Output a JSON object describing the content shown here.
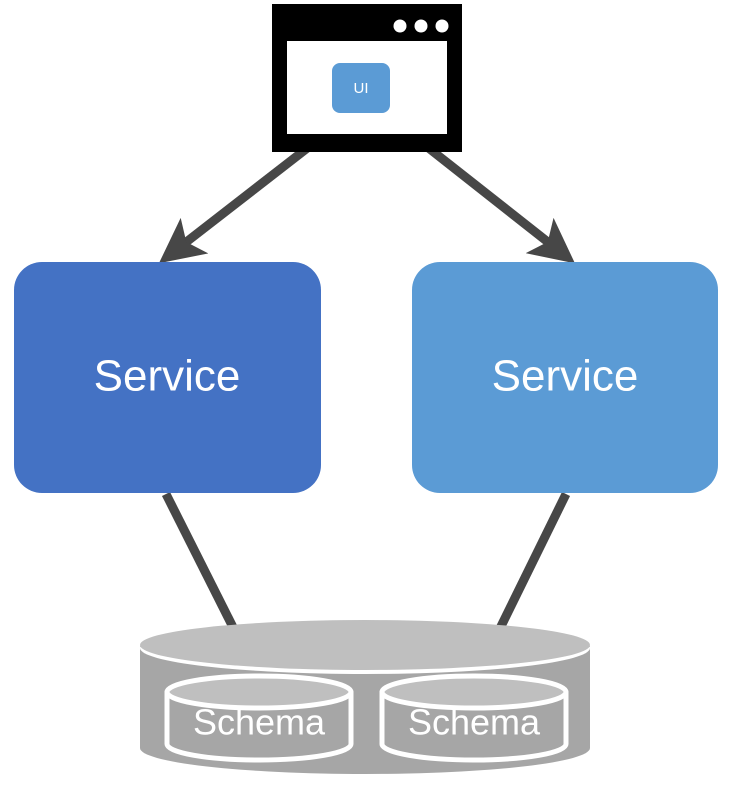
{
  "diagram": {
    "title": "Two services sharing one database with separate schemas",
    "type": "architecture-diagram",
    "background_color": "#ffffff",
    "nodes": {
      "browser": {
        "label": "browser-window",
        "frame_color": "#000000",
        "page_color": "#ffffff",
        "dots_color": "#ffffff",
        "dot_count": 3,
        "ui_box": {
          "label": "UI",
          "fill": "#5B9BD5",
          "text_color": "#ffffff"
        }
      },
      "service_left": {
        "label": "Service",
        "fill": "#4472C4",
        "text_color": "#ffffff"
      },
      "service_right": {
        "label": "Service",
        "fill": "#5B9BD5",
        "text_color": "#ffffff"
      },
      "database": {
        "label": "database-cylinder",
        "body_fill": "#A6A6A6",
        "top_fill": "#BFBFBF",
        "outline": "#ffffff",
        "schemas": [
          {
            "label": "Schema",
            "body_fill": "#A6A6A6",
            "top_fill": "#BFBFBF",
            "outline": "#ffffff",
            "text_color": "#ffffff"
          },
          {
            "label": "Schema",
            "body_fill": "#A6A6A6",
            "top_fill": "#BFBFBF",
            "outline": "#ffffff",
            "text_color": "#ffffff"
          }
        ]
      }
    },
    "edges": [
      {
        "name": "ui-to-service-left",
        "from": "browser",
        "to": "service_left",
        "color": "#474747"
      },
      {
        "name": "ui-to-service-right",
        "from": "browser",
        "to": "service_right",
        "color": "#474747"
      },
      {
        "name": "service-left-to-schema-left",
        "from": "service_left",
        "to": "schema_left",
        "color": "#474747"
      },
      {
        "name": "service-right-to-schema-right",
        "from": "service_right",
        "to": "schema_right",
        "color": "#474747"
      }
    ]
  }
}
